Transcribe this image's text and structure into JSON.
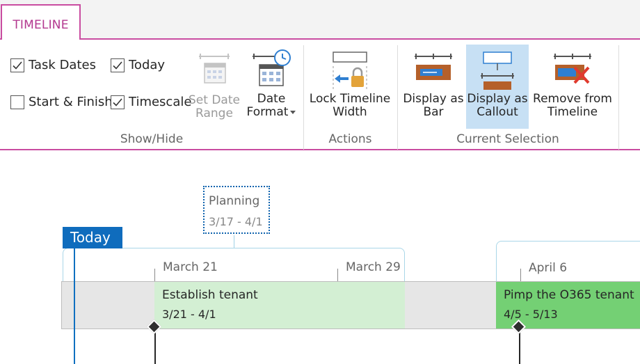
{
  "tab": {
    "label": "TIMELINE"
  },
  "ribbon": {
    "show_hide": {
      "label": "Show/Hide",
      "checks": {
        "task_dates": {
          "label": "Task Dates",
          "checked": true
        },
        "today": {
          "label": "Today",
          "checked": true
        },
        "start_finish": {
          "label": "Start & Finish",
          "checked": false
        },
        "timescale": {
          "label": "Timescale",
          "checked": true
        }
      },
      "set_date_range": {
        "line1": "Set Date",
        "line2": "Range"
      },
      "date_format": {
        "line1": "Date",
        "line2": "Format"
      }
    },
    "actions": {
      "label": "Actions",
      "lock_width": {
        "line1": "Lock Timeline",
        "line2": "Width"
      }
    },
    "current_selection": {
      "label": "Current Selection",
      "display_bar": {
        "line1": "Display as",
        "line2": "Bar"
      },
      "display_callout": {
        "line1": "Display as",
        "line2": "Callout"
      },
      "remove": {
        "line1": "Remove from",
        "line2": "Timeline"
      }
    }
  },
  "timeline": {
    "today_label": "Today",
    "callout": {
      "name": "Planning",
      "dates": "3/17 - 4/1"
    },
    "ticks": [
      "March 21",
      "March 29",
      "April 6"
    ],
    "tasks": [
      {
        "name": "Establish tenant",
        "dates": "3/21 - 4/1",
        "color": "#d3efd3"
      },
      {
        "name": "Pimp the O365 tenant",
        "dates": "4/5 - 5/13",
        "color": "#74d074"
      }
    ]
  },
  "colors": {
    "accent": "#c94ca0",
    "today": "#0f6cbd",
    "selected": "#c7e0f4"
  }
}
